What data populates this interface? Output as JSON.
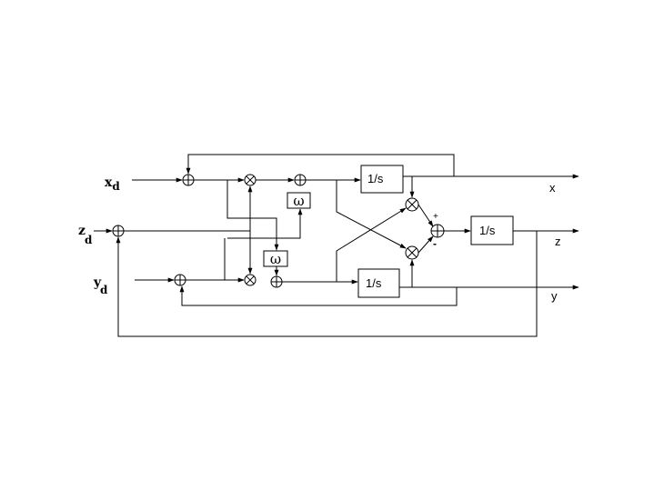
{
  "inputs": {
    "xd": {
      "main": "x",
      "sub": "d"
    },
    "zd": {
      "main": "z",
      "sub": "d"
    },
    "yd": {
      "main": "y",
      "sub": "d"
    }
  },
  "blocks": {
    "integrator_x": "1/s",
    "integrator_y": "1/s",
    "integrator_z": "1/s",
    "omega_upper": "ω",
    "omega_lower": "ω"
  },
  "signs": {
    "plus": "+",
    "minus": "-"
  },
  "outputs": {
    "x": "x",
    "z": "z",
    "y": "y"
  }
}
